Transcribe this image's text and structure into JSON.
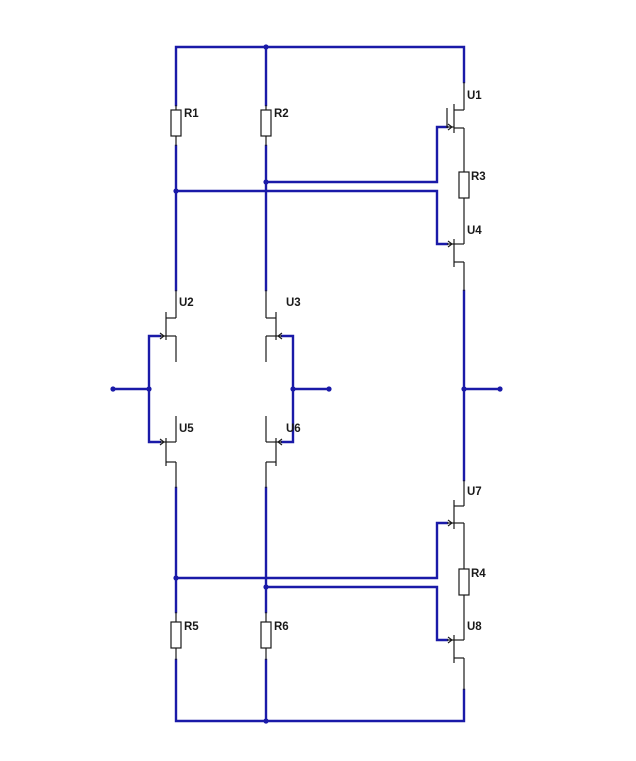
{
  "colors": {
    "wire": "#1a1aa8",
    "component": "#1a1a1a",
    "background": "#ffffff"
  },
  "labels": {
    "R1": "R1",
    "R2": "R2",
    "R3": "R3",
    "R4": "R4",
    "R5": "R5",
    "R6": "R6",
    "U1": "U1",
    "U2": "U2",
    "U3": "U3",
    "U4": "U4",
    "U5": "U5",
    "U6": "U6",
    "U7": "U7",
    "U8": "U8"
  }
}
